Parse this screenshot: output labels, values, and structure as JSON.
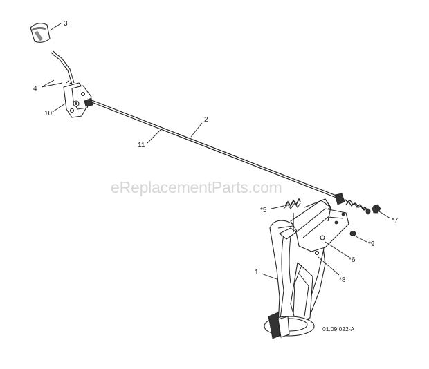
{
  "watermark": "eReplacementParts.com",
  "drawing_code": "01.09.022-A",
  "callouts": {
    "c3": "3",
    "c4": "4",
    "c10": "10",
    "c2": "2",
    "c11": "11",
    "c5": "*5",
    "c7": "*7",
    "c9": "*9",
    "c6": "*6",
    "c1": "1",
    "c8": "*8"
  },
  "colors": {
    "line": "#222222",
    "watermark": "#d6d6d6",
    "background": "#ffffff"
  }
}
